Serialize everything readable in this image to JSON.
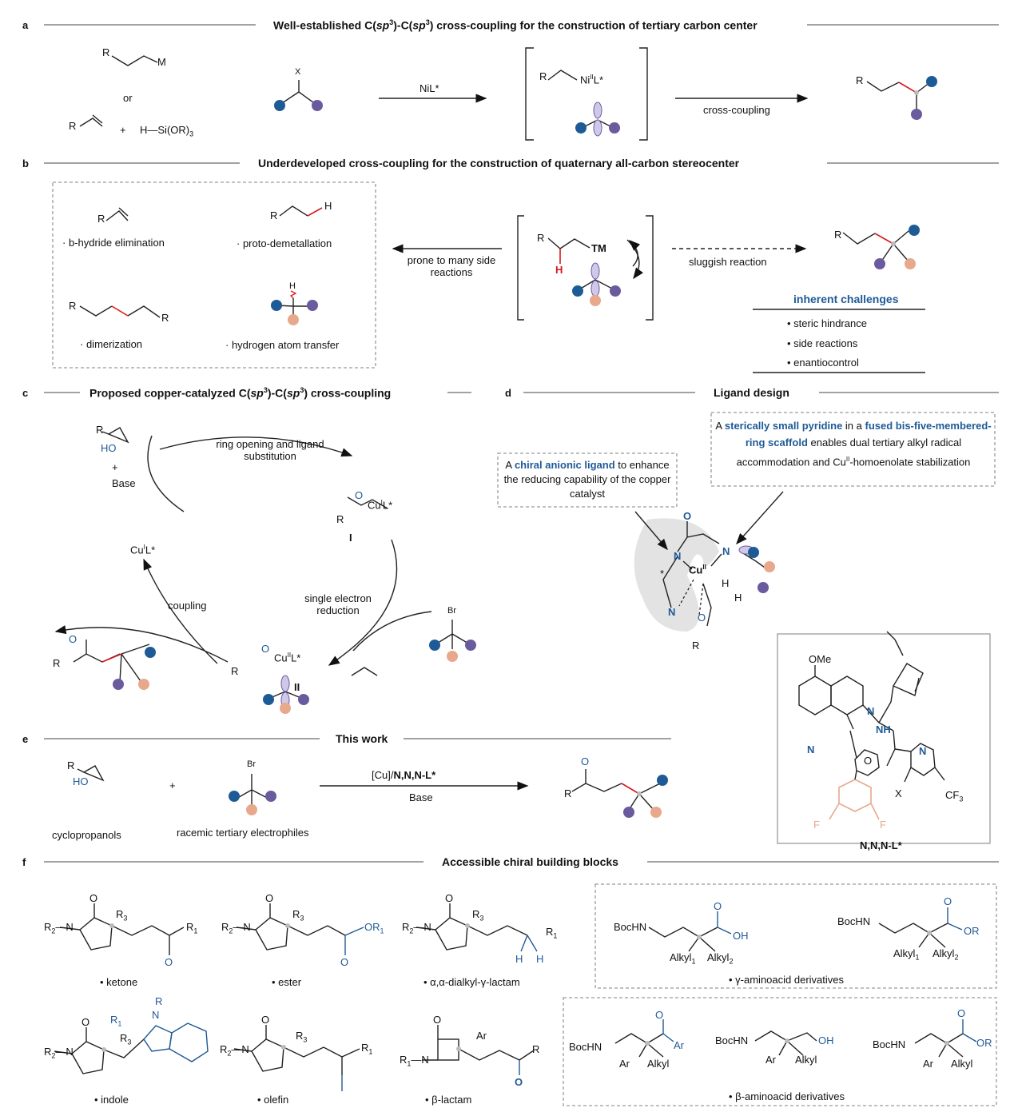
{
  "colors": {
    "blue_node": "#1e5b96",
    "purple_node": "#6a5a9e",
    "salmon_node": "#e7a88c",
    "red_bond": "#d7191c",
    "accent_text": "#1f5a96"
  },
  "panel_a": {
    "letter": "a",
    "title": "Well-established C(sp3)-C(sp3) cross-coupling for the construction of tertiary carbon center",
    "or": "or",
    "plus": "+",
    "nucleophile": "R—M",
    "olefin": "R",
    "silane": "H—Si(OR)3",
    "electrophile": "X",
    "reagent": "NiL*",
    "intermediate": "R—NiIIL*",
    "step": "cross-coupling"
  },
  "panel_b": {
    "letter": "b",
    "title": "Underdeveloped cross-coupling for the construction of quaternary all-carbon stereocenter",
    "side_reactions": [
      "b-hydride elimination",
      "proto-demetallation",
      "dimerization",
      "hydrogen atom transfer"
    ],
    "arrow_left": "prone to many side reactions",
    "arrow_right": "sluggish reaction",
    "tm": "TM",
    "h": "H",
    "challenges_title": "inherent challenges",
    "challenges": [
      "steric hindrance",
      "side reactions",
      "enantiocontrol"
    ]
  },
  "panel_c": {
    "letter": "c",
    "title": "Proposed copper-catalyzed C(sp3)-C(sp3) cross-coupling",
    "base": "Base",
    "ho": "HO",
    "step1": "ring opening and ligand substitution",
    "int1_label": "I",
    "int2_label": "II",
    "step2": "single electron reduction",
    "step3": "coupling",
    "catalyst": "CuIL*",
    "br": "Br"
  },
  "panel_d": {
    "letter": "d",
    "title": "Ligand design",
    "box1": "A chiral anionic ligand to enhance the reducing capability of the copper catalyst",
    "box1_highlight": "chiral anionic ligand",
    "box2": "A sterically small pyridine in a fused bis-five-membered-ring scaffold enables dual tertiary alkyl radical accommodation and CuII-homoenolate stabilization",
    "box2_highlight1": "sterically small pyridine",
    "box2_highlight2": "fused bis-five-membered-ring scaffold",
    "ligand_name": "N,N,N-L*",
    "ome": "OMe",
    "nh": "NH",
    "x": "X",
    "cf3": "CF3",
    "f": "F"
  },
  "panel_e": {
    "letter": "e",
    "title": "This work",
    "sub1": "cyclopropanols",
    "sub2": "racemic tertiary electrophiles",
    "reagent": "[Cu]/N,N,N-L*",
    "base": "Base",
    "plus": "+"
  },
  "panel_f": {
    "letter": "f",
    "title": "Accessible chiral building blocks",
    "products": [
      "ketone",
      "ester",
      "α,α-dialkyl-γ-lactam",
      "indole",
      "olefin",
      "β-lactam"
    ],
    "gamma_label": "γ-aminoacid derivatives",
    "beta_label": "β-aminoacid derivatives",
    "bochn": "BocHN"
  }
}
